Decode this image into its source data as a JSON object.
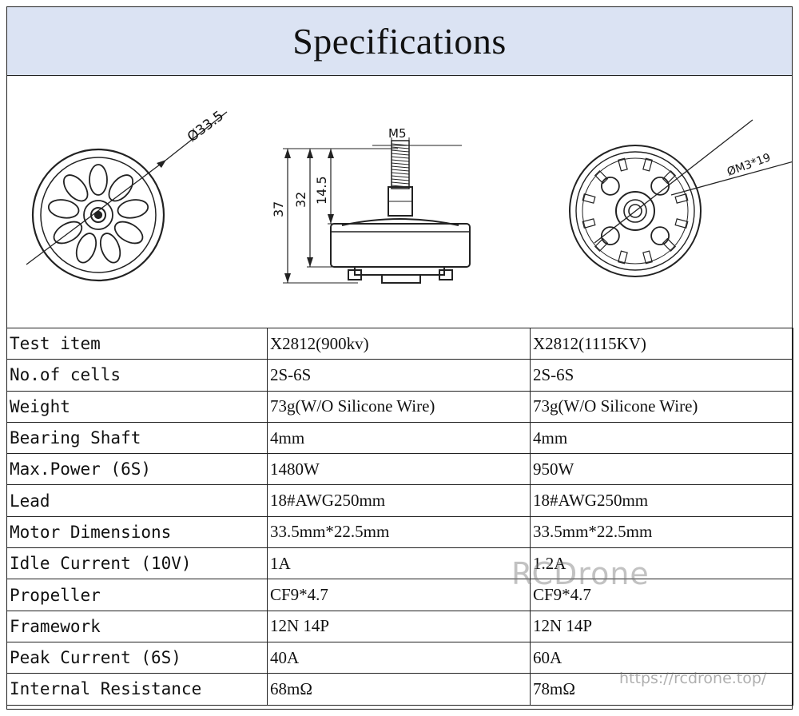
{
  "title": "Specifications",
  "drawing_labels": {
    "front_diameter": "Ø33.5",
    "shaft_thread": "M5",
    "height_total": "37",
    "height_body": "32",
    "height_shaft": "14.5",
    "mount": "ØM3*19"
  },
  "table": {
    "rows": [
      {
        "label": "Test item",
        "v1": "X2812(900kv)",
        "v2": "X2812(1115KV)"
      },
      {
        "label": "No.of cells",
        "v1": "2S-6S",
        "v2": "2S-6S"
      },
      {
        "label": "Weight",
        "v1": "73g(W/O Silicone Wire)",
        "v2": "73g(W/O Silicone Wire)"
      },
      {
        "label": "Bearing Shaft",
        "v1": "4mm",
        "v2": "4mm"
      },
      {
        "label": "Max.Power (6S)",
        "v1": "1480W",
        "v2": "950W"
      },
      {
        "label": "Lead",
        "v1": "18#AWG250mm",
        "v2": "18#AWG250mm"
      },
      {
        "label": "Motor Dimensions",
        "v1": "33.5mm*22.5mm",
        "v2": "33.5mm*22.5mm"
      },
      {
        "label": "Idle Current (10V)",
        "v1": "1A",
        "v2": "1.2A"
      },
      {
        "label": "Propeller",
        "v1": "CF9*4.7",
        "v2": "CF9*4.7"
      },
      {
        "label": "Framework",
        "v1": "12N 14P",
        "v2": "12N 14P"
      },
      {
        "label": "Peak Current (6S)",
        "v1": "40A",
        "v2": "60A"
      },
      {
        "label": "Internal Resistance",
        "v1": "68mΩ",
        "v2": "78mΩ"
      }
    ]
  },
  "watermark": {
    "brand": "RCDrone",
    "url": "https://rcdrone.top/"
  }
}
